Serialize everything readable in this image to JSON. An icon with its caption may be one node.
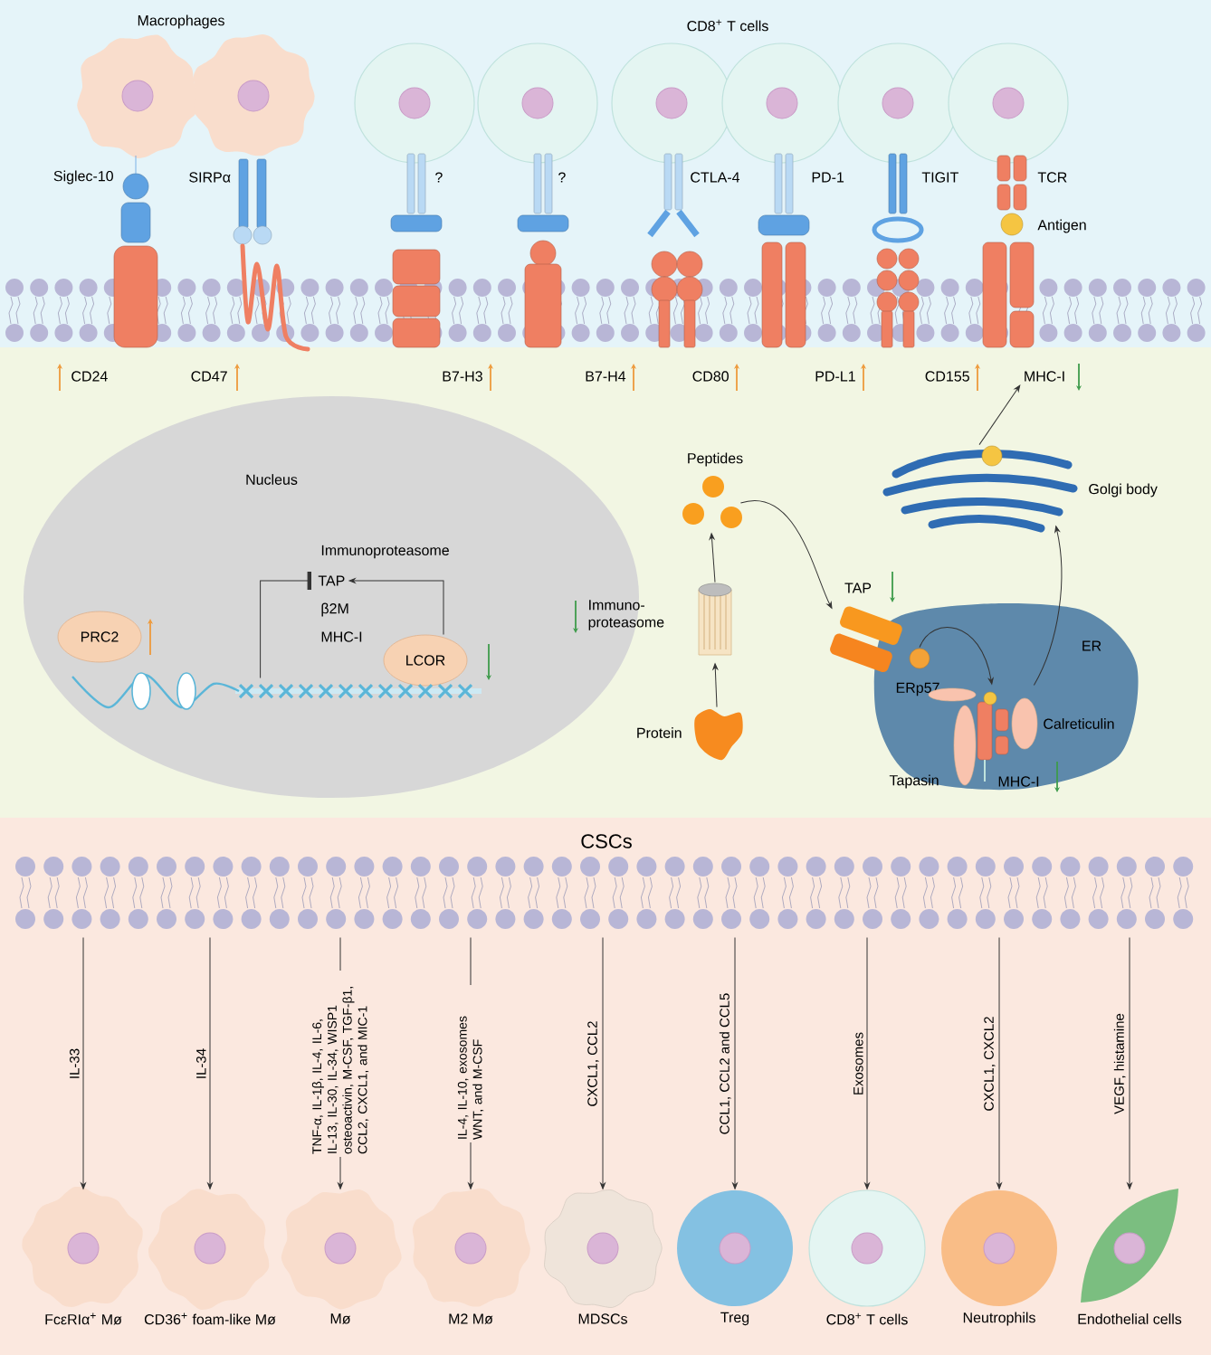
{
  "diagram": {
    "nodes": [
      {
        "text": [],
        "shape": "cloud"
      },
      {
        "text": [],
        "shape": "cloud"
      },
      {
        "text": [],
        "shape": "circle"
      },
      {
        "text": [],
        "shape": "circle"
      },
      {
        "text": [],
        "shape": "circle"
      },
      {
        "text": [],
        "shape": "circle"
      },
      {
        "text": [],
        "shape": "circle"
      },
      {
        "text": [],
        "shape": "circle"
      },
      {
        "text": [
          "MHC-I"
        ]
      },
      {
        "text": [
          "Nucleus"
        ]
      },
      {
        "text": [
          "PRC2"
        ],
        "in": 9
      },
      {
        "text": [
          "TAP"
        ],
        "in": 9
      },
      {
        "text": [
          "LCOR"
        ],
        "in": 9
      },
      {
        "text": [],
        "shape": "picture",
        "in": 9
      },
      {
        "text": [
          "Peptides"
        ]
      },
      {
        "text": [
          "Golgi body"
        ]
      },
      {
        "text": [
          "Immuno- proteasome"
        ]
      },
      {
        "text": [
          "TAP"
        ]
      },
      {
        "text": [
          "ER"
        ]
      },
      {
        "text": [
          "ERp57"
        ],
        "in": 18
      },
      {
        "text": [],
        "shape": "picture",
        "in": 18
      },
      {
        "text": [
          "Protein"
        ]
      },
      {
        "text": [
          "CSCs"
        ]
      },
      {
        "text": [
          "FcεRIα$^{+}$ Mø"
        ]
      },
      {
        "text": [
          "CD36$^{+}$ foam-like Mø"
        ]
      },
      {
        "text": [
          "Mø"
        ]
      },
      {
        "text": [
          "M2 Mø"
        ]
      },
      {
        "text": [
          "MDSCs"
        ]
      },
      {
        "text": [
          "Treg"
        ]
      },
      {
        "text": [
          "CD8$^{+}$ T cells"
        ]
      },
      {
        "text": [
          "Neutrophils"
        ]
      },
      {
        "text": [
          "Endothelial cells"
        ]
      }
    ],
    "edges": [
      {
        "from": 13,
        "to": 11,
        "arrow": "other"
      },
      {
        "from": 12,
        "to": 11,
        "arrow": "to"
      },
      {
        "from": 21,
        "to": 16,
        "arrow": "to"
      },
      {
        "from": 16,
        "to": 14,
        "arrow": "to"
      },
      {
        "from": 14,
        "to": 17,
        "arrow": "to"
      },
      {
        "from": 19,
        "to": 20,
        "arrow": "to"
      },
      {
        "from": 20,
        "to": 15,
        "arrow": "to"
      },
      {
        "from": 15,
        "to": 8,
        "arrow": "to"
      },
      {
        "from": 22,
        "to": 23,
        "arrow": "to",
        "label": "IL-33"
      },
      {
        "from": 22,
        "to": 24,
        "arrow": "to",
        "label": "IL-34"
      },
      {
        "from": 22,
        "to": 25,
        "arrow": "to",
        "label": "TNF-α, IL-1β, IL-4, IL-6, IL-13, IL-30, IL-34, WISP1 osteoactivin, M-CSF, TGF-β1, CCL2, CXCL1, and MIC-1"
      },
      {
        "from": 22,
        "to": 26,
        "arrow": "to",
        "label": "IL-4, IL-10, exosomes WNT, and M-CSF"
      },
      {
        "from": 22,
        "to": 27,
        "arrow": "to",
        "label": "CXCL1, CCL2"
      },
      {
        "from": 22,
        "to": 28,
        "arrow": "to",
        "label": "CCL1, CCL2 and CCL5"
      },
      {
        "from": 22,
        "to": 29,
        "arrow": "to",
        "label": "Exosomes"
      },
      {
        "from": 22,
        "to": 30,
        "arrow": "to",
        "label": "CXCL1, CXCL2"
      },
      {
        "from": 22,
        "to": 31,
        "arrow": "to",
        "label": "VEGF, histamine"
      }
    ],
    "labels": [
      "Macrophages",
      "CD8$^{+}$ T cells",
      "Siglec-10",
      "SIRPα",
      "?",
      "?",
      "CTLA-4",
      "PD-1",
      "TIGIT",
      "TCR",
      "Antigen",
      "CD24",
      "CD47",
      "B7-H3",
      "B7-H4",
      "CD80",
      "PD-L1",
      "CD155",
      "Immunoproteasome",
      "β2M",
      "MHC-I",
      "Calreticulin",
      "Tapasin",
      "MHC-I"
    ]
  }
}
